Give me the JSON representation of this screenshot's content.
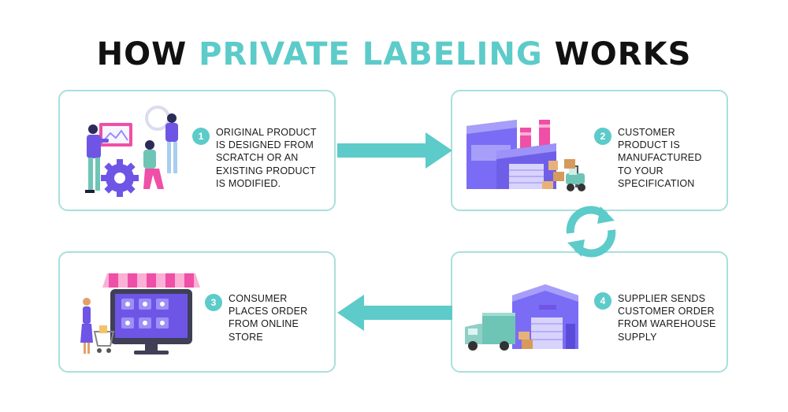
{
  "title": {
    "part1": "HOW ",
    "part2": "PRIVATE LABELING",
    "part3": " WORKS"
  },
  "colors": {
    "accent": "#5ccbc9",
    "card_border": "#a9dfdd",
    "purple": "#7b6cf6",
    "pink": "#ef4fa6"
  },
  "steps": [
    {
      "number": "1",
      "lines": [
        "ORIGINAL PRODUCT",
        "IS DESIGNED FROM",
        "SCRATCH OR AN",
        "EXISTING PRODUCT",
        "IS MODIFIED."
      ],
      "icon": "design-team-icon"
    },
    {
      "number": "2",
      "lines": [
        "CUSTOMER",
        "PRODUCT IS",
        "MANUFACTURED",
        "TO YOUR",
        "SPECIFICATION"
      ],
      "icon": "factory-icon"
    },
    {
      "number": "3",
      "lines": [
        "CONSUMER",
        "PLACES ORDER",
        "FROM ONLINE",
        "STORE"
      ],
      "icon": "online-store-icon"
    },
    {
      "number": "4",
      "lines": [
        "SUPPLIER SENDS",
        "CUSTOMER ORDER",
        "FROM WAREHOUSE",
        "SUPPLY"
      ],
      "icon": "warehouse-truck-icon"
    }
  ]
}
